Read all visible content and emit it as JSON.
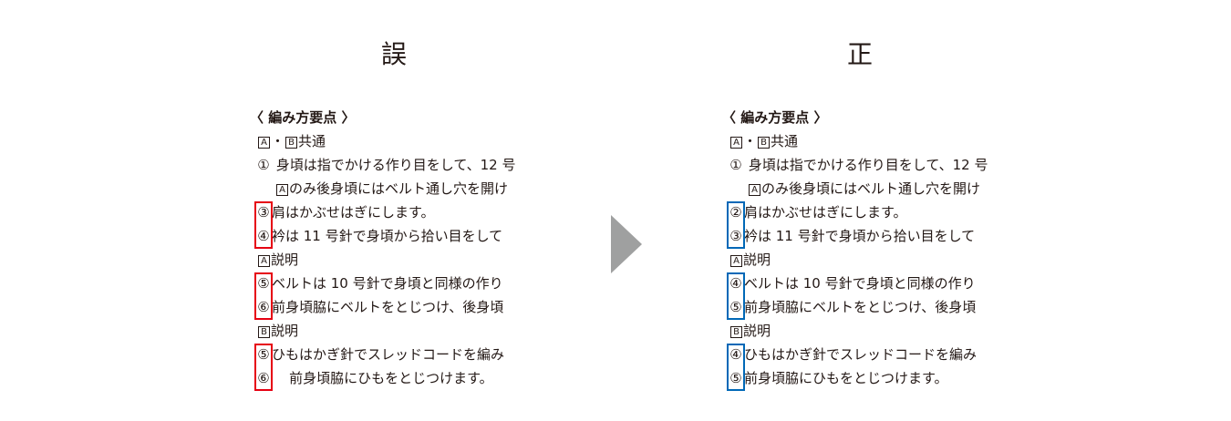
{
  "wrong": {
    "heading": "誤",
    "section_title": "〈 編み方要点 〉",
    "common": {
      "a": "A",
      "dot": "・",
      "b": "B",
      "label": "共通"
    },
    "step1": {
      "num": "①",
      "text": "身頃は指でかける作り目をして、12 号"
    },
    "step1_sub": {
      "a": "A",
      "text": "のみ後身頃にはベルト通し穴を開け"
    },
    "step_shoulder": {
      "num": "③",
      "text": "肩はかぶせはぎにします。"
    },
    "step_collar": {
      "num": "④",
      "text": "衿は 11 号針で身頃から拾い目をして"
    },
    "a_section": {
      "a": "A",
      "label": "説明"
    },
    "a_step_belt": {
      "num": "⑤",
      "text": "ベルトは 10 号針で身頃と同様の作り"
    },
    "a_step_attach": {
      "num": "⑥",
      "text": "前身頃脇にベルトをとじつけ、後身頃"
    },
    "b_section": {
      "b": "B",
      "label": "説明"
    },
    "b_step_cord": {
      "num": "⑤",
      "text": "ひもはかぎ針でスレッドコードを編み"
    },
    "b_step_attach": {
      "num": "⑥",
      "text": "前身頃脇にひもをとじつけます。"
    }
  },
  "right": {
    "heading": "正",
    "section_title": "〈 編み方要点 〉",
    "common": {
      "a": "A",
      "dot": "・",
      "b": "B",
      "label": "共通"
    },
    "step1": {
      "num": "①",
      "text": "身頃は指でかける作り目をして、12 号"
    },
    "step1_sub": {
      "a": "A",
      "text": "のみ後身頃にはベルト通し穴を開け"
    },
    "step_shoulder": {
      "num": "②",
      "text": "肩はかぶせはぎにします。"
    },
    "step_collar": {
      "num": "③",
      "text": "衿は 11 号針で身頃から拾い目をして"
    },
    "a_section": {
      "a": "A",
      "label": "説明"
    },
    "a_step_belt": {
      "num": "④",
      "text": "ベルトは 10 号針で身頃と同様の作り"
    },
    "a_step_attach": {
      "num": "⑤",
      "text": "前身頃脇にベルトをとじつけ、後身頃"
    },
    "b_section": {
      "b": "B",
      "label": "説明"
    },
    "b_step_cord": {
      "num": "④",
      "text": "ひもはかぎ針でスレッドコードを編み"
    },
    "b_step_attach": {
      "num": "⑤",
      "text": "前身頃脇にひもをとじつけます。"
    }
  },
  "colors": {
    "wrong_marker": "#e60012",
    "right_marker": "#0068b7",
    "arrow": "#9fa0a0"
  },
  "icons": {
    "arrow": "arrow-right-icon"
  }
}
